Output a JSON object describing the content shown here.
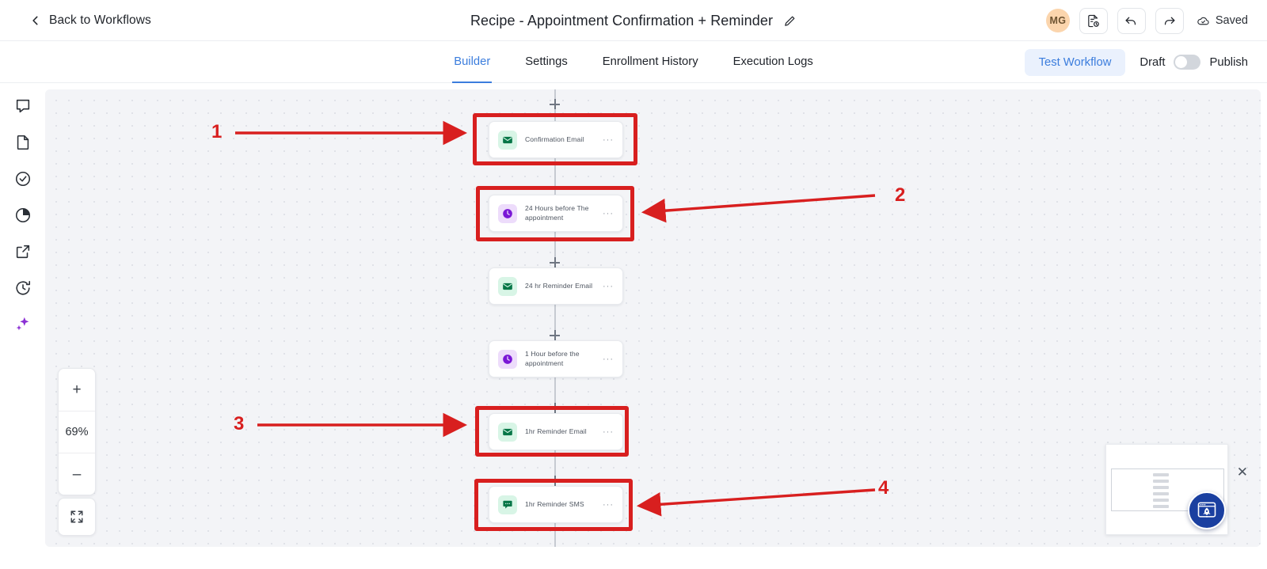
{
  "header": {
    "back_label": "Back to Workflows",
    "back_icon": "chevron-left-icon",
    "title": "Recipe - Appointment Confirmation + Reminder",
    "edit_icon": "pencil-icon",
    "avatar_initials": "MG",
    "history_icon": "document-history-icon",
    "undo_icon": "undo-icon",
    "redo_icon": "redo-icon",
    "save_status": "Saved",
    "save_icon": "cloud-check-icon",
    "accent_color": "#3b7ddd",
    "avatar_color": "#fbd5ad"
  },
  "tabs": [
    {
      "label": "Builder",
      "active": true
    },
    {
      "label": "Settings",
      "active": false
    },
    {
      "label": "Enrollment History",
      "active": false
    },
    {
      "label": "Execution Logs",
      "active": false
    }
  ],
  "tabbar_right": {
    "test_label": "Test Workflow",
    "draft_label": "Draft",
    "publish_label": "Publish",
    "toggle_state": "off"
  },
  "rail": [
    {
      "icon": "comment-icon"
    },
    {
      "icon": "file-icon"
    },
    {
      "icon": "check-circle-icon"
    },
    {
      "icon": "pie-chart-icon"
    },
    {
      "icon": "external-link-icon"
    },
    {
      "icon": "clock-history-icon"
    },
    {
      "icon": "sparkle-ai-icon"
    }
  ],
  "canvas": {
    "nodes": [
      {
        "label": "Confirmation Email",
        "icon": "mail-icon",
        "kind": "mail",
        "menu": "···",
        "highlighted": true
      },
      {
        "label": "24 Hours before The appointment",
        "icon": "clock-icon",
        "kind": "clock",
        "menu": "···",
        "highlighted": true
      },
      {
        "label": "24 hr Reminder Email",
        "icon": "mail-icon",
        "kind": "mail",
        "menu": "···",
        "highlighted": false
      },
      {
        "label": "1 Hour before the appointment",
        "icon": "clock-icon",
        "kind": "clock",
        "menu": "···",
        "highlighted": false
      },
      {
        "label": "1hr Reminder Email",
        "icon": "mail-icon",
        "kind": "mail",
        "menu": "···",
        "highlighted": true
      },
      {
        "label": "1hr Reminder SMS",
        "icon": "sms-icon",
        "kind": "sms",
        "menu": "···",
        "highlighted": true
      }
    ],
    "annotations": [
      {
        "number": "1",
        "direction": "right"
      },
      {
        "number": "2",
        "direction": "left"
      },
      {
        "number": "3",
        "direction": "right"
      },
      {
        "number": "4",
        "direction": "left"
      }
    ],
    "annotation_color": "#d81f1f",
    "zoom": {
      "zoom_in": "+",
      "level": "69%",
      "zoom_out": "–",
      "fit_icon": "fit-screen-icon"
    },
    "minimap": {
      "close_icon": "close-icon",
      "badge_icon": "rocket-icon"
    }
  }
}
